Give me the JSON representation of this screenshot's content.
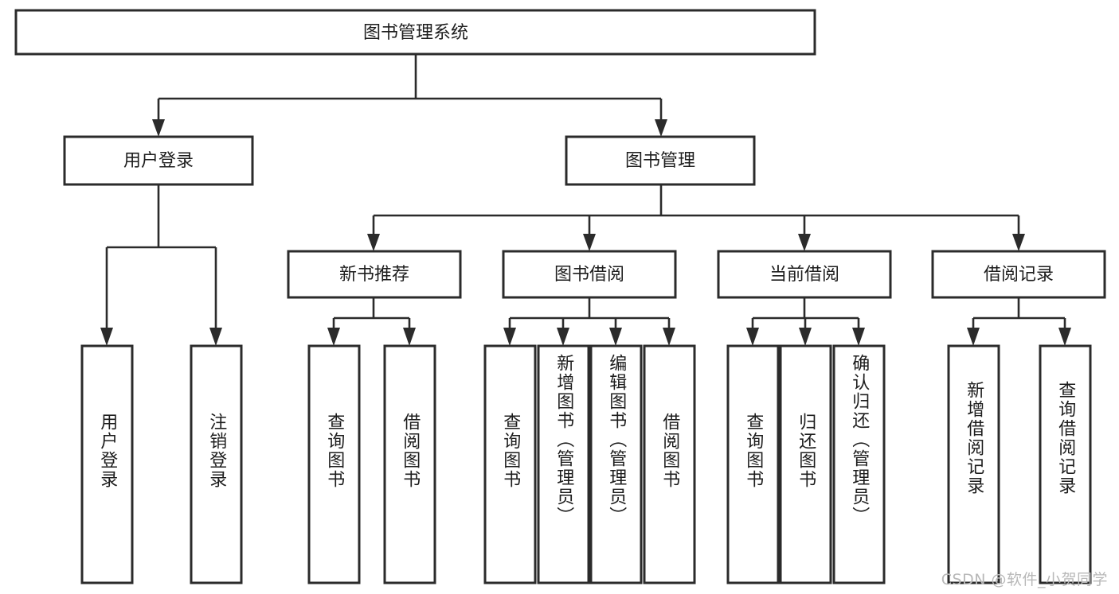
{
  "diagram": {
    "type": "tree",
    "title": "图书管理系统",
    "watermark": "CSDN @软件_小贺同学",
    "colors": {
      "box_stroke": "#2b2b2b",
      "box_fill": "#ffffff",
      "text": "#1d1d1d",
      "watermark": "#b8b8b8",
      "background": "#ffffff"
    },
    "root": {
      "label": "图书管理系统"
    },
    "level2": [
      {
        "label": "用户登录"
      },
      {
        "label": "图书管理"
      }
    ],
    "level3": [
      {
        "label": "新书推荐"
      },
      {
        "label": "图书借阅"
      },
      {
        "label": "当前借阅"
      },
      {
        "label": "借阅记录"
      }
    ],
    "leaves": {
      "user_login": [
        {
          "label": "用户登录"
        },
        {
          "label": "注销登录"
        }
      ],
      "new_book_recommend": [
        {
          "label": "查询图书"
        },
        {
          "label": "借阅图书"
        }
      ],
      "book_borrow": [
        {
          "label": "查询图书"
        },
        {
          "label": "新增图书（管理员）"
        },
        {
          "label": "编辑图书（管理员）"
        },
        {
          "label": "借阅图书"
        }
      ],
      "current_borrow": [
        {
          "label": "查询图书"
        },
        {
          "label": "归还图书"
        },
        {
          "label": "确认归还（管理员）"
        }
      ],
      "borrow_record": [
        {
          "label": "新增借阅记录"
        },
        {
          "label": "查询借阅记录"
        }
      ]
    }
  }
}
